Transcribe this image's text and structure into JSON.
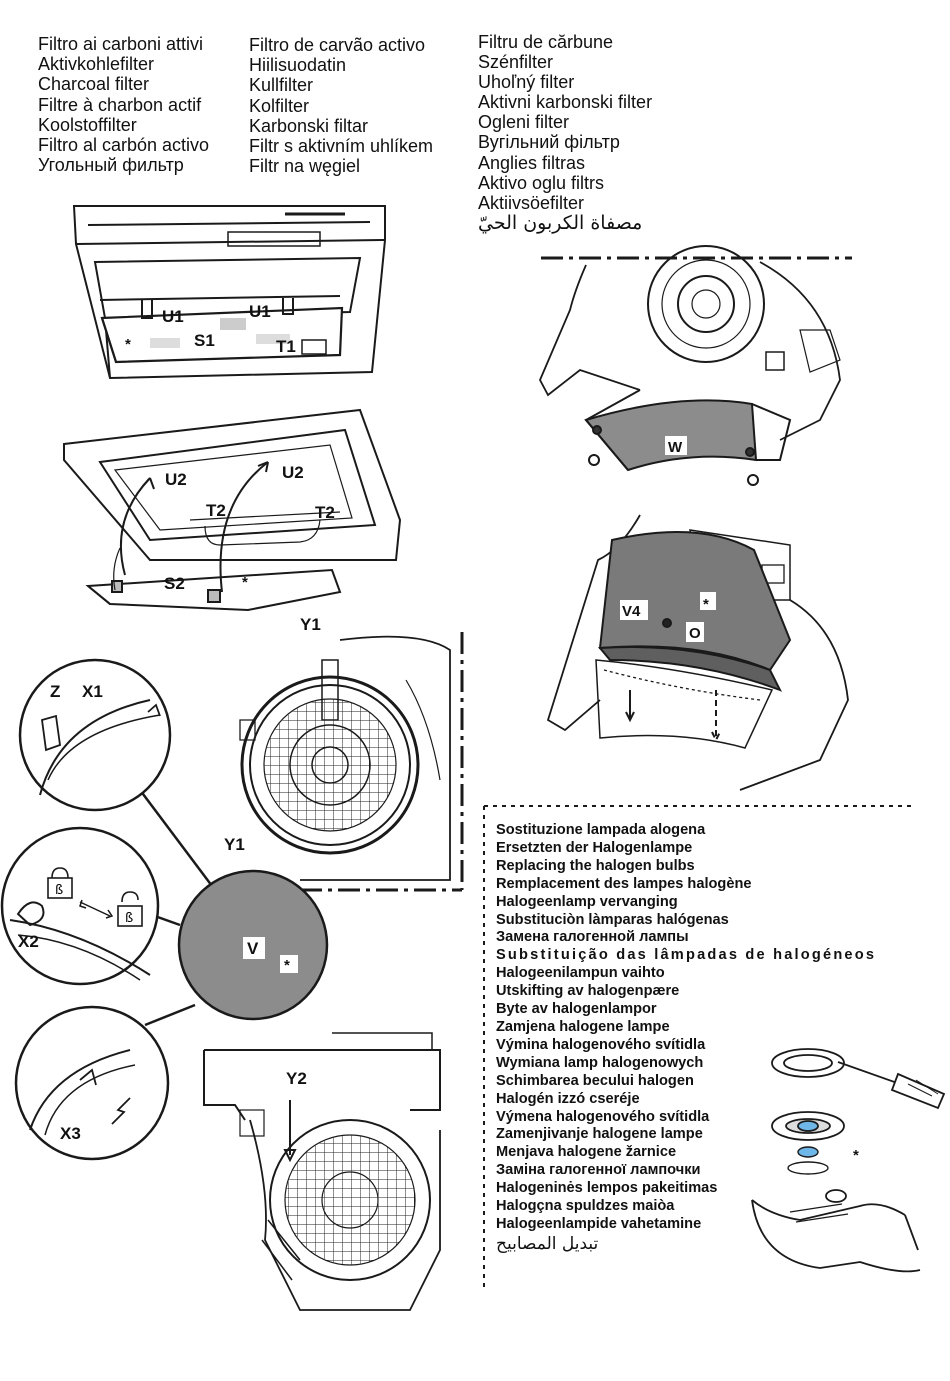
{
  "title_column_1": [
    "Filtro ai carboni attivi",
    "Aktivkohlefilter",
    "Charcoal filter",
    "Filtre à charbon actif",
    "Koolstoffilter",
    "Filtro al carbón activo",
    "Угольный фильтр"
  ],
  "title_column_2": [
    "Filtro de carvão activo",
    "Hiilisuodatin",
    "Kullfilter",
    "Kolfilter",
    "Karbonski filtar",
    "Filtr s aktivním uhlíkem",
    "Filtr na węgiel"
  ],
  "title_column_3": [
    "Filtru de cărbune",
    "Szénfilter",
    "Uhoľný filter",
    "Aktivni karbonski filter",
    "Ogleni filter",
    "Вугільний фільтр",
    "Anglies filtras",
    "Aktivo oglu filtrs",
    "Aktiivsöefilter"
  ],
  "title_column_3_arabic": "مصفاة الكربون الحيّ",
  "halogen_titles": [
    "Sostituzione lampada alogena",
    "Ersetzten der Halogenlampe",
    "Replacing the halogen bulbs",
    "Remplacement des lampes halogène",
    "Halogeenlamp vervanging",
    "Substituciòn làmparas halógenas",
    "Замена галогенной лампы",
    "Substituição das lâmpadas de halogéneos",
    "Halogeenilampun vaihto",
    "Utskifting av halogenpære",
    "Byte av halogenlampor",
    "Zamjena halogene lampe",
    "Výmina halogenového svítidla",
    "Wymiana lamp halogenowych",
    "Schimbarea becului halogen",
    "Halogén izzó cseréje",
    "Výmena halogenového svítidla",
    "Zamenjivanje halogene lampe",
    "Menjava halogene žarnice",
    "Заміна галогенної лампочки",
    "Halogeninės lempos pakeitimas",
    "Halogçna spuldzes maiòa",
    "Halogeenlampide vahetamine"
  ],
  "halogen_title_arabic": "تبديل المصابيح",
  "labels": {
    "u1_left": "U1",
    "u1_right": "U1",
    "s1": "S1",
    "t1": "T1",
    "star": "*",
    "u2_left": "U2",
    "u2_right": "U2",
    "t2_left": "T2",
    "t2_right": "T2",
    "s2": "S2",
    "w": "W",
    "v4": "V4",
    "o": "O",
    "y1_top": "Y1",
    "y1_bottom": "Y1",
    "z": "Z",
    "x1": "X1",
    "x2": "X2",
    "x3": "X3",
    "v": "V",
    "y2": "Y2",
    "lock_symbol": "ß"
  },
  "colors": {
    "filter_gray": "#8c8c8c",
    "filter_dark": "#777777",
    "line": "#1a1a1a",
    "bulb_blue": "#6fb7e8"
  }
}
